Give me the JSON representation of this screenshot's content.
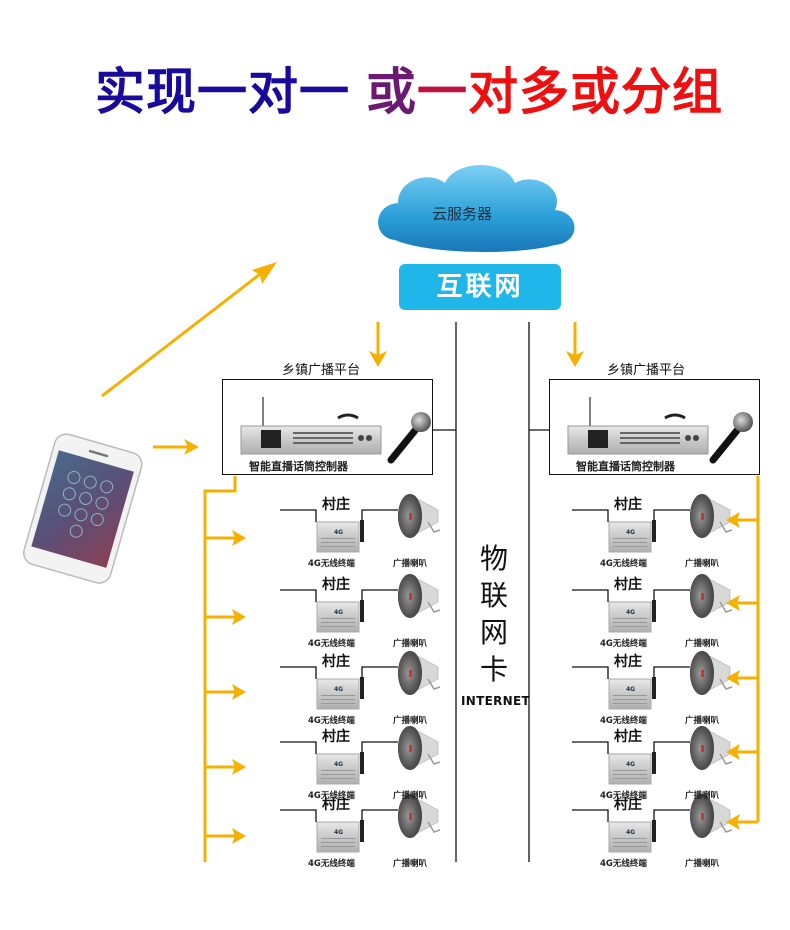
{
  "title": {
    "part1": "实现一对一",
    "part2": "或",
    "part3": "一",
    "part4": "对多或分组",
    "colors": {
      "part1": "#1a0a9c",
      "part2": "#6a1a70",
      "part3": "#c01040",
      "part4": "#ee1010"
    }
  },
  "cloud": {
    "label": "云服务器",
    "color": "#2a9fd8"
  },
  "internet_button": {
    "label": "互联网",
    "color": "#1fb7ea"
  },
  "center_link": {
    "vertical_label_chars": [
      "物",
      "联",
      "网",
      "卡"
    ],
    "sub_label": "INTERNET"
  },
  "arrow_color": "#f6b000",
  "platforms": [
    {
      "title": "乡镇广播平台",
      "device_caption": "智能直播话筒控制器",
      "side": "left"
    },
    {
      "title": "乡镇广播平台",
      "device_caption": "智能直播话筒控制器",
      "side": "right"
    }
  ],
  "villages_left": [
    {
      "label": "村庄",
      "terminal": "4G无线终端",
      "speaker": "广播喇叭"
    },
    {
      "label": "村庄",
      "terminal": "4G无线终端",
      "speaker": "广播喇叭"
    },
    {
      "label": "村庄",
      "terminal": "4G无线终端",
      "speaker": "广播喇叭"
    },
    {
      "label": "村庄",
      "terminal": "4G无线终端",
      "speaker": "广播喇叭"
    },
    {
      "label": "村庄",
      "terminal": "4G无线终端",
      "speaker": "广播喇叭"
    }
  ],
  "villages_right": [
    {
      "label": "村庄",
      "terminal": "4G无线终端",
      "speaker": "广播喇叭"
    },
    {
      "label": "村庄",
      "terminal": "4G无线终端",
      "speaker": "广播喇叭"
    },
    {
      "label": "村庄",
      "terminal": "4G无线终端",
      "speaker": "广播喇叭"
    },
    {
      "label": "村庄",
      "terminal": "4G无线终端",
      "speaker": "广播喇叭"
    },
    {
      "label": "村庄",
      "terminal": "4G无线终端",
      "speaker": "广播喇叭"
    }
  ],
  "terminal_badge": "4G"
}
